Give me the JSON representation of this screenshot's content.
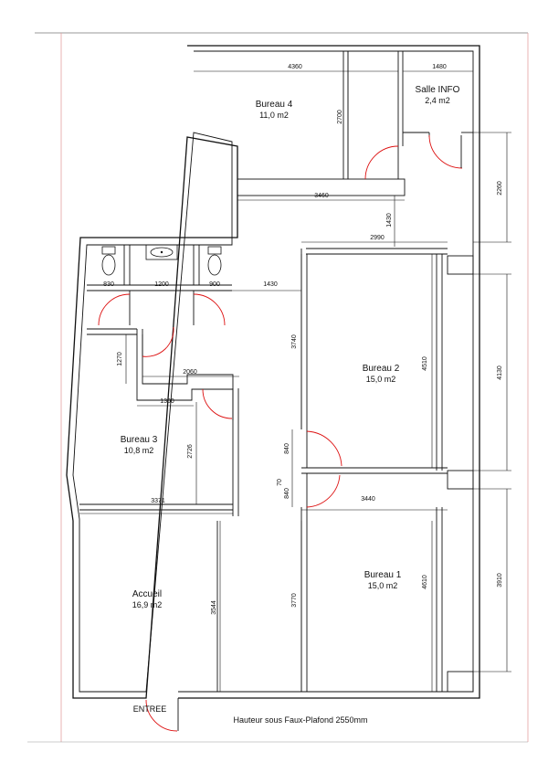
{
  "rooms": [
    {
      "id": "bureau4",
      "name": "Bureau 4",
      "area": "11,0 m2"
    },
    {
      "id": "salleinfo",
      "name": "Salle INFO",
      "area": "2,4 m2"
    },
    {
      "id": "bureau2",
      "name": "Bureau 2",
      "area": "15,0 m2"
    },
    {
      "id": "bureau3",
      "name": "Bureau 3",
      "area": "10,8 m2"
    },
    {
      "id": "bureau1",
      "name": "Bureau 1",
      "area": "15,0 m2"
    },
    {
      "id": "accueil",
      "name": "Accueil",
      "area": "16,9 m2"
    }
  ],
  "dimensions": {
    "d4360": "4360",
    "d1480": "1480",
    "d2700": "2700",
    "d3460": "3460",
    "d1430a": "1430",
    "d2990": "2990",
    "d2260": "2260",
    "d830": "830",
    "d1200": "1200",
    "d900": "900",
    "d1430b": "1430",
    "d3740": "3740",
    "d4510": "4510",
    "d4130": "4130",
    "d1270": "1270",
    "d2060": "2060",
    "d1300": "1300",
    "d2726": "2726",
    "d840a": "840",
    "d70": "70",
    "d840b": "840",
    "d3371": "3371",
    "d3440": "3440",
    "d3544": "3544",
    "d3770": "3770",
    "d4610": "4610",
    "d3910": "3910"
  },
  "labels": {
    "entrance": "ENTREE",
    "ceiling_height": "Hauteur sous Faux-Plafond 2550mm"
  },
  "colors": {
    "wall": "#111111",
    "door_swing": "#dd1111",
    "page_border": "#e5a0a0"
  }
}
